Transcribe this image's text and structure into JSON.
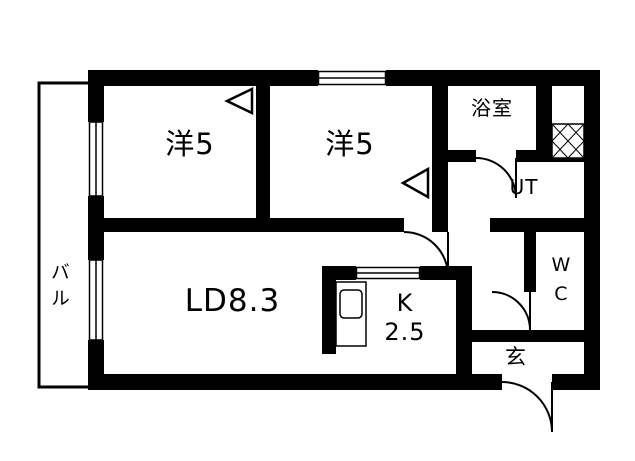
{
  "floorplan": {
    "rooms": {
      "bedroom1": {
        "label": "洋5"
      },
      "bedroom2": {
        "label": "洋5"
      },
      "bathroom": {
        "label": "浴室"
      },
      "utility": {
        "label": "UT"
      },
      "toilet": {
        "label": "WC"
      },
      "living_dining": {
        "label": "LD8.3"
      },
      "kitchen": {
        "label_line1": "K",
        "label_line2": "2.5"
      },
      "entrance": {
        "label": "玄"
      },
      "balcony": {
        "label": "バル"
      }
    },
    "colors": {
      "wall": "#000000",
      "background": "#ffffff",
      "text": "#000000"
    }
  }
}
